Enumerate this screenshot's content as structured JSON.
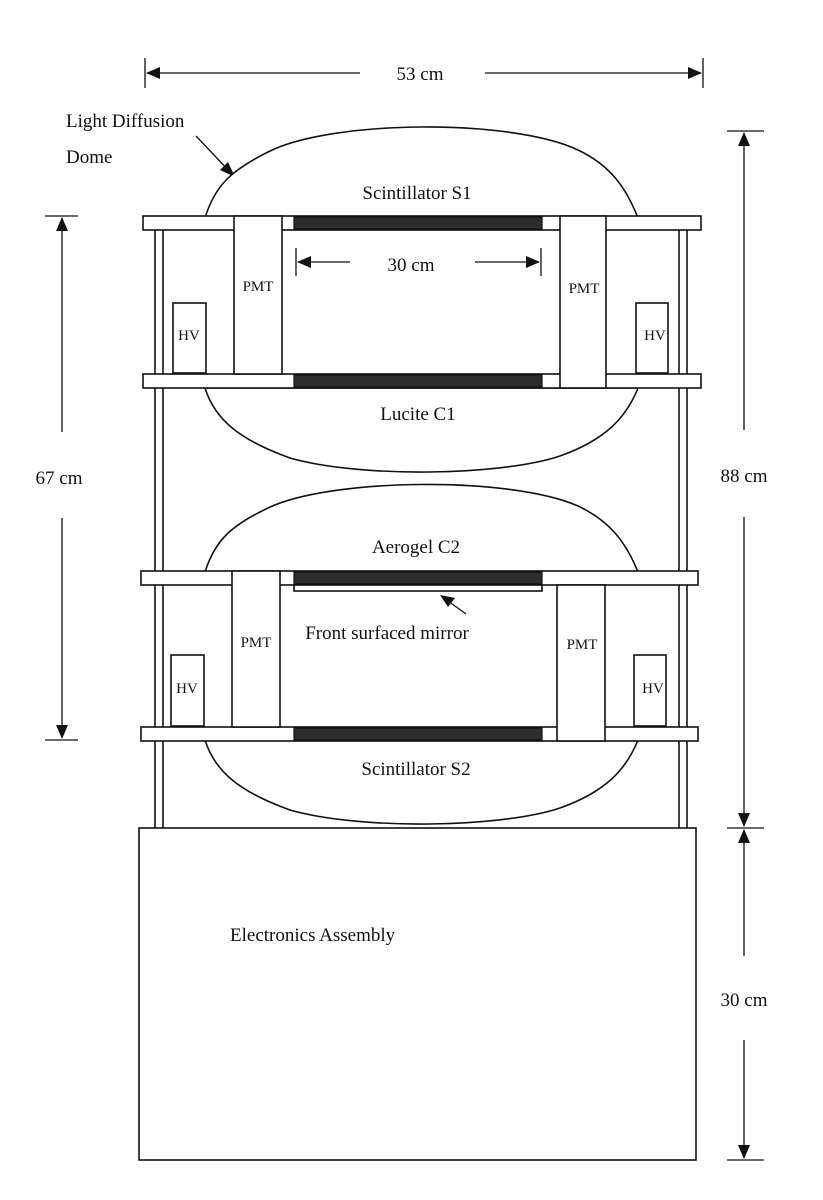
{
  "dimensions": {
    "width_top": "53 cm",
    "slab_width": "30 cm",
    "height_left": "67 cm",
    "height_right": "88 cm",
    "electronics_height": "30 cm"
  },
  "labels": {
    "dome_line1": "Light Diffusion",
    "dome_line2": "Dome",
    "scint_s1": "Scintillator  S1",
    "lucite_c1": "Lucite  C1",
    "aerogel_c2": "Aerogel  C2",
    "mirror": "Front surfaced mirror",
    "scint_s2": "Scintillator  S2",
    "electronics": "Electronics Assembly",
    "pmt": "PMT",
    "hv": "HV"
  }
}
